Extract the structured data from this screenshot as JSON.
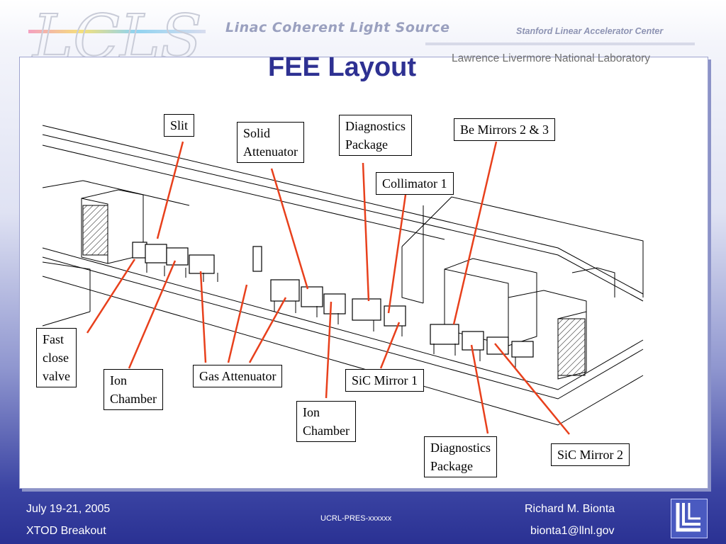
{
  "header": {
    "logo_text": "LCLS",
    "tagline": "Linac Coherent Light Source",
    "lab_top": "Stanford Linear Accelerator Center",
    "lab_bottom": "Lawrence Livermore National Laboratory",
    "title": "FEE Layout"
  },
  "labels": {
    "slit": "Slit",
    "solid_attenuator_1": "Solid",
    "solid_attenuator_2": "Attenuator",
    "diag1_1": "Diagnostics",
    "diag1_2": "Package",
    "be_mirrors": "Be Mirrors 2 & 3",
    "collimator": "Collimator 1",
    "fast_valve_1": "Fast",
    "fast_valve_2": "close",
    "fast_valve_3": "valve",
    "ion1_1": "Ion",
    "ion1_2": "Chamber",
    "gas_attenuator": "Gas Attenuator",
    "sic1": "SiC Mirror 1",
    "ion2_1": "Ion",
    "ion2_2": "Chamber",
    "diag2_1": "Diagnostics",
    "diag2_2": "Package",
    "sic2": "SiC Mirror 2"
  },
  "footer": {
    "date": "July 19-21, 2005",
    "event": "XTOD Breakout",
    "report": "UCRL-PRES-xxxxxx",
    "author": "Richard M. Bionta",
    "email": "bionta1@llnl.gov"
  },
  "colors": {
    "title": "#2e3192",
    "arrow": "#e8401c",
    "footer_bg": "#2a3193"
  }
}
